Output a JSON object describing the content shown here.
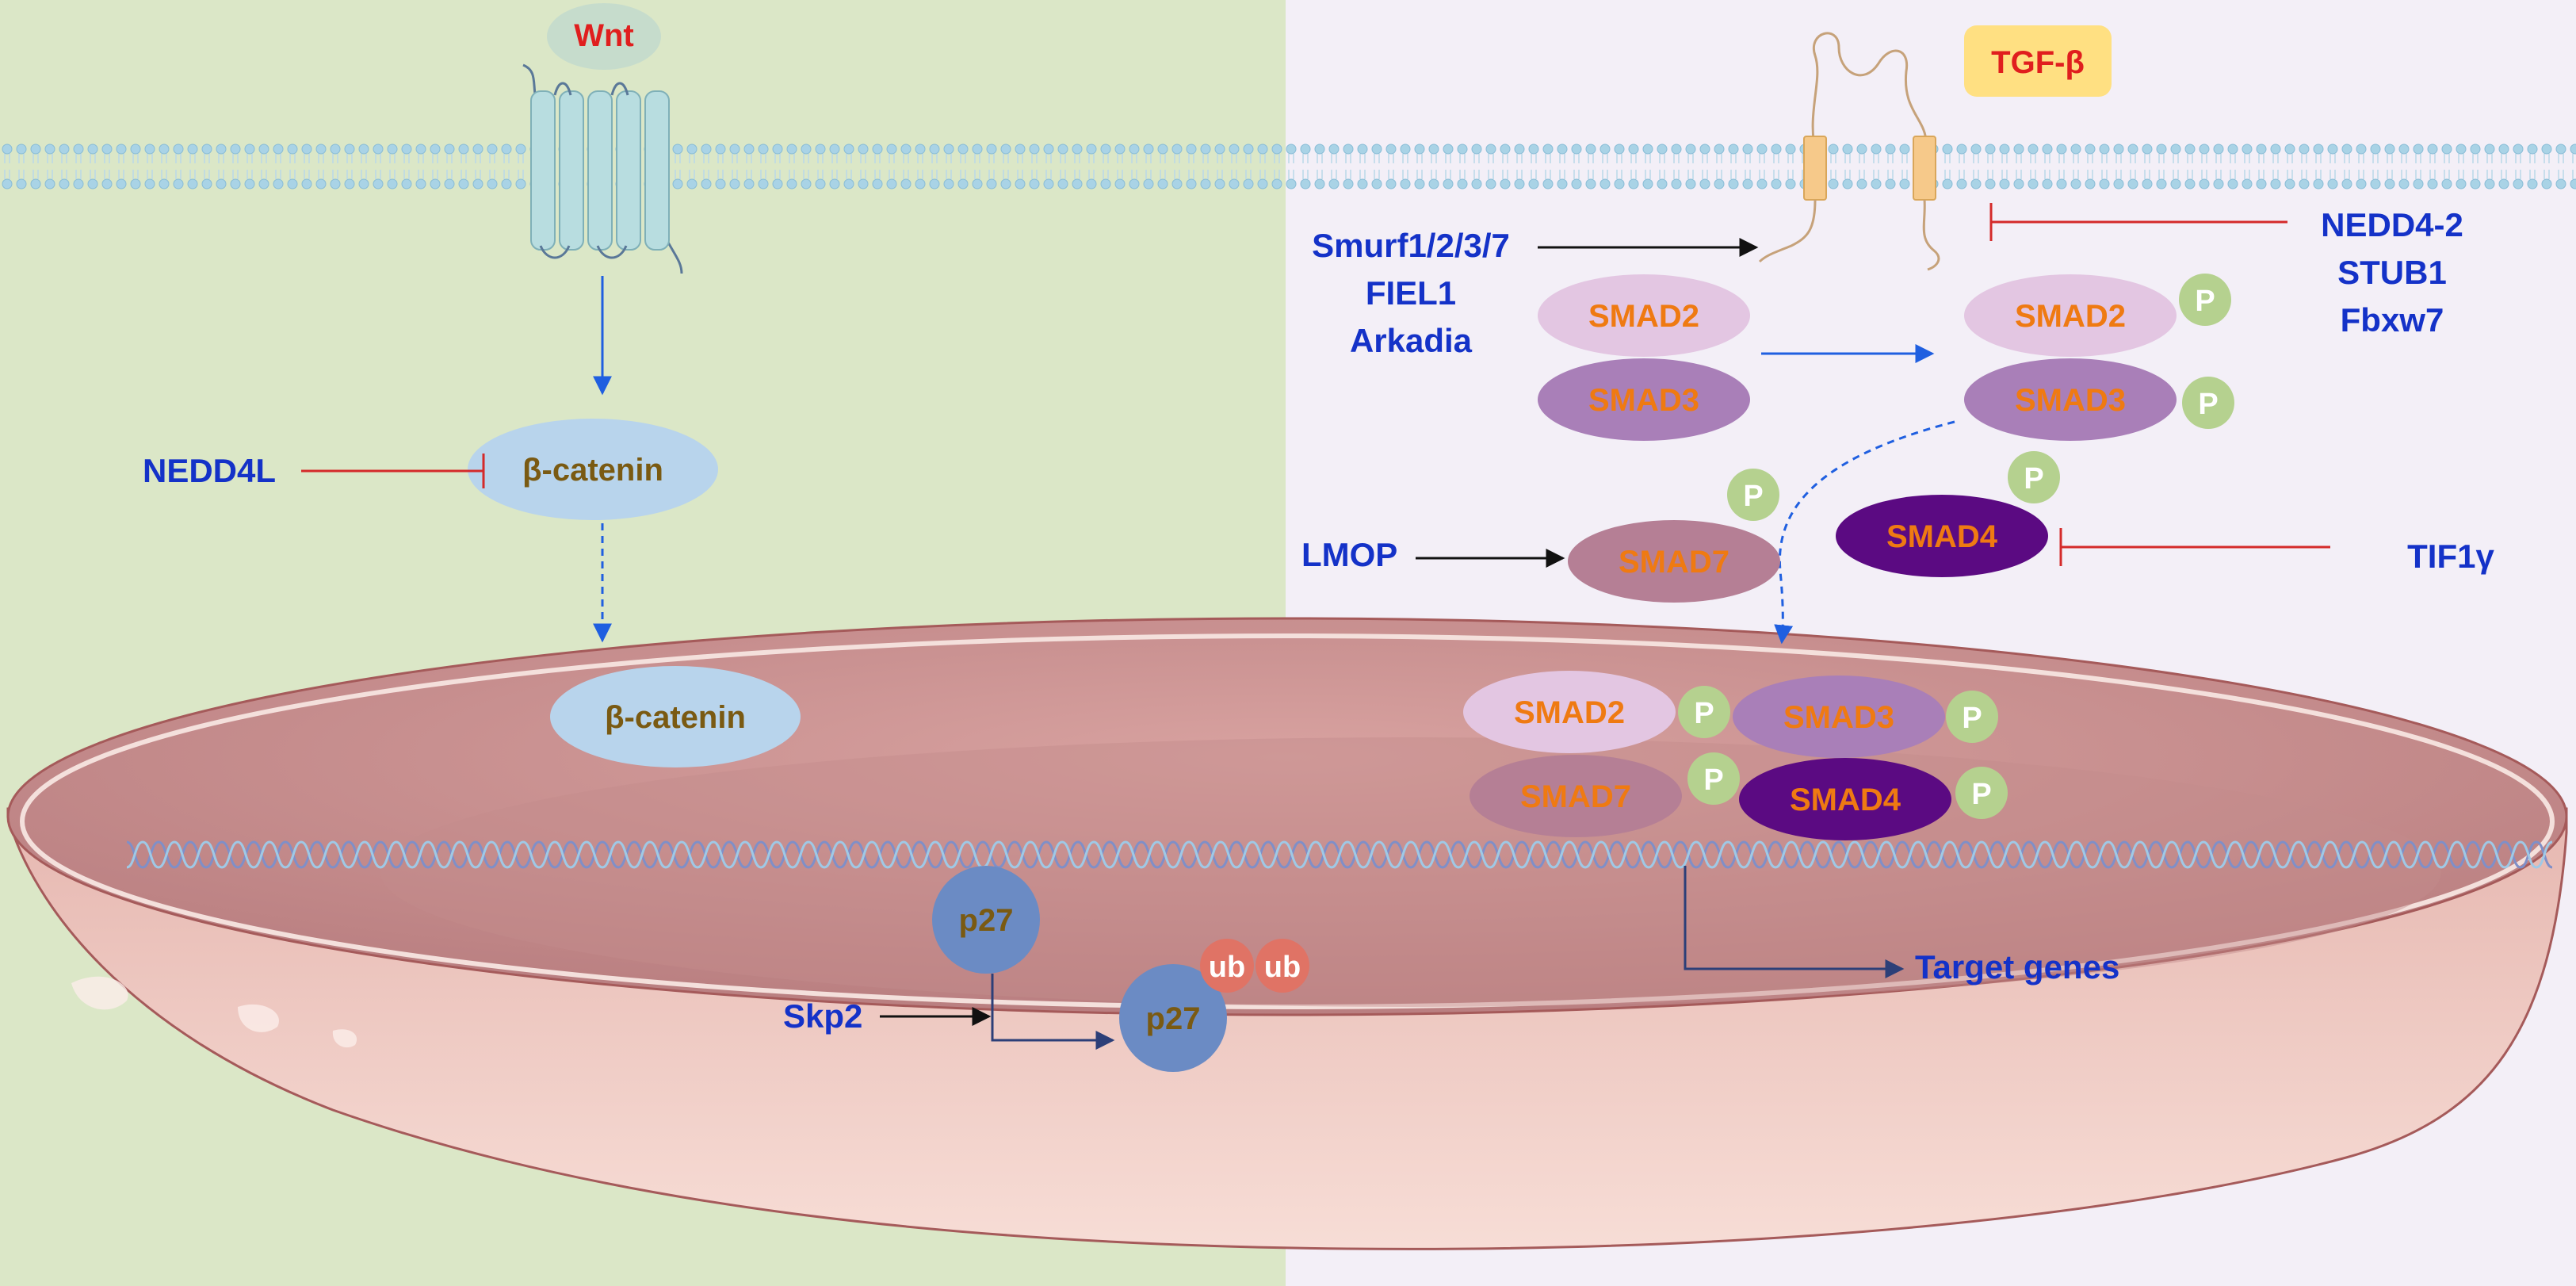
{
  "colors": {
    "left_bg": "#dbe7c7",
    "right_bg": "#f3eff7",
    "membrane": "#a9d3e6",
    "nucleus": "#c98f8f",
    "blue_text": "#1432c8",
    "red_text": "#e01e1e",
    "orange_text": "#ef7a12",
    "brown_text": "#7a5a12",
    "inhibit": "#d42a2a",
    "arrow_blue": "#1f5fe0",
    "arrow_black": "#111111",
    "arrow_navy": "#2c3f78",
    "smad2": "#e3c6e2",
    "smad3": "#a97fb8",
    "smad7": "#b57f95",
    "smad4": "#5b0a82",
    "phospho": "#b5d18f",
    "p27": "#6b8bc4",
    "ub": "#e07365",
    "catenin": "#b8d4ec",
    "tgfb_box": "#ffe082"
  },
  "left": {
    "wnt": "Wnt",
    "nedd4l": "NEDD4L",
    "catenin_cyto": "β-catenin",
    "catenin_nuc": "β-catenin"
  },
  "right": {
    "tgfb": "TGF-β",
    "smurf_group": [
      "Smurf1/2/3/7",
      "FIEL1",
      "Arkadia"
    ],
    "nedd_group": [
      "NEDD4-2",
      "STUB1",
      "Fbxw7"
    ],
    "lmop": "LMOP",
    "tif1g": "TIF1γ",
    "smad2": "SMAD2",
    "smad3": "SMAD3",
    "smad7": "SMAD7",
    "smad4": "SMAD4",
    "p": "P"
  },
  "nucleus": {
    "smad2": "SMAD2",
    "smad3": "SMAD3",
    "smad7": "SMAD7",
    "smad4": "SMAD4",
    "p": "P",
    "target_genes": "Target genes",
    "skp2": "Skp2",
    "p27_a": "p27",
    "p27_b": "p27",
    "ub": "ub"
  }
}
